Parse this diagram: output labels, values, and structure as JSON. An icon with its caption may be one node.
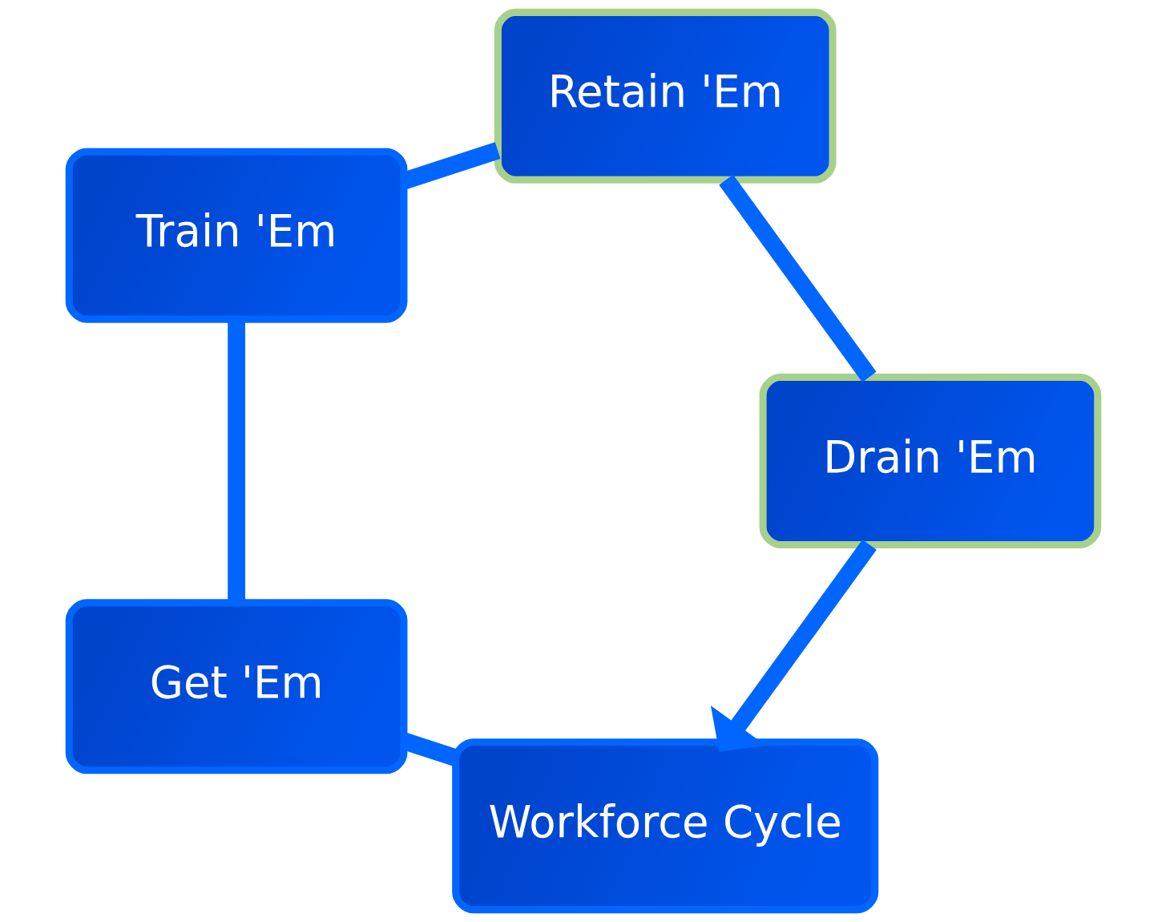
{
  "diagram": {
    "nodes": [
      {
        "text": [
          "Workforce Cycle"
        ]
      },
      {
        "text": [
          "Get 'Em"
        ]
      },
      {
        "text": [
          "Train 'Em"
        ]
      },
      {
        "text": [
          "Retain 'Em"
        ]
      },
      {
        "text": [
          "Drain 'Em"
        ]
      }
    ],
    "edges": [
      {
        "from": 0,
        "to": 1,
        "arrow": "none"
      },
      {
        "from": 1,
        "to": 2,
        "arrow": "none"
      },
      {
        "from": 2,
        "to": 3,
        "arrow": "none"
      },
      {
        "from": 3,
        "to": 4,
        "arrow": "none"
      },
      {
        "from": 4,
        "to": 0,
        "arrow": "to"
      }
    ]
  }
}
